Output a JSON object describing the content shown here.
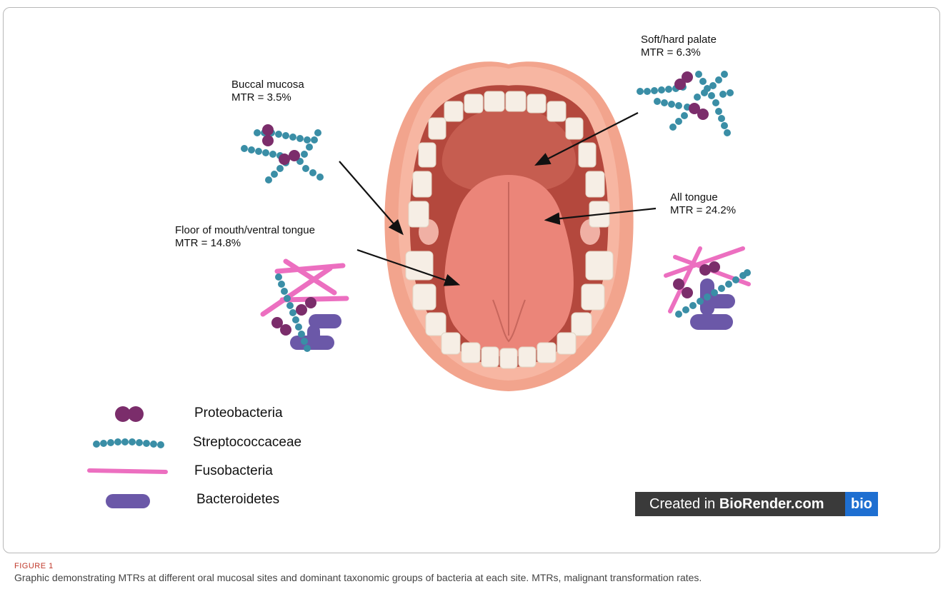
{
  "sites": {
    "buccal": {
      "name": "Buccal mucosa",
      "mtr": "MTR = 3.5%"
    },
    "palate": {
      "name": "Soft/hard palate",
      "mtr": "MTR = 6.3%"
    },
    "tongue": {
      "name": "All tongue",
      "mtr": "MTR = 24.2%"
    },
    "floor": {
      "name": "Floor of mouth/ventral tongue",
      "mtr": "MTR = 14.8%"
    }
  },
  "legend": [
    {
      "label": "Proteobacteria",
      "icon": "diplococcus-icon",
      "color": "#7b2d6b"
    },
    {
      "label": "Streptococcaceae",
      "icon": "chain-cocci-icon",
      "color": "#3a8ea6"
    },
    {
      "label": "Fusobacteria",
      "icon": "rod-icon",
      "color": "#ec6fc0"
    },
    {
      "label": "Bacteroidetes",
      "icon": "capsule-icon",
      "color": "#6b58a8"
    }
  ],
  "badge": {
    "prefix": "Created in ",
    "brand": "BioRender.com",
    "logo": "bio"
  },
  "caption": {
    "label": "FIGURE 1",
    "text": "Graphic demonstrating MTRs at different oral mucosal sites and dominant taxonomic groups of bacteria at each site. MTRs, malignant transformation rates."
  },
  "colors": {
    "lip": "#f2a48d",
    "mouth_interior": "#b4483d",
    "tongue": "#eb8579",
    "teeth": "#f6eee5",
    "proteobacteria": "#7b2d6b",
    "streptococcaceae": "#3a8ea6",
    "fusobacteria": "#ec6fc0",
    "bacteroidetes": "#6b58a8"
  }
}
